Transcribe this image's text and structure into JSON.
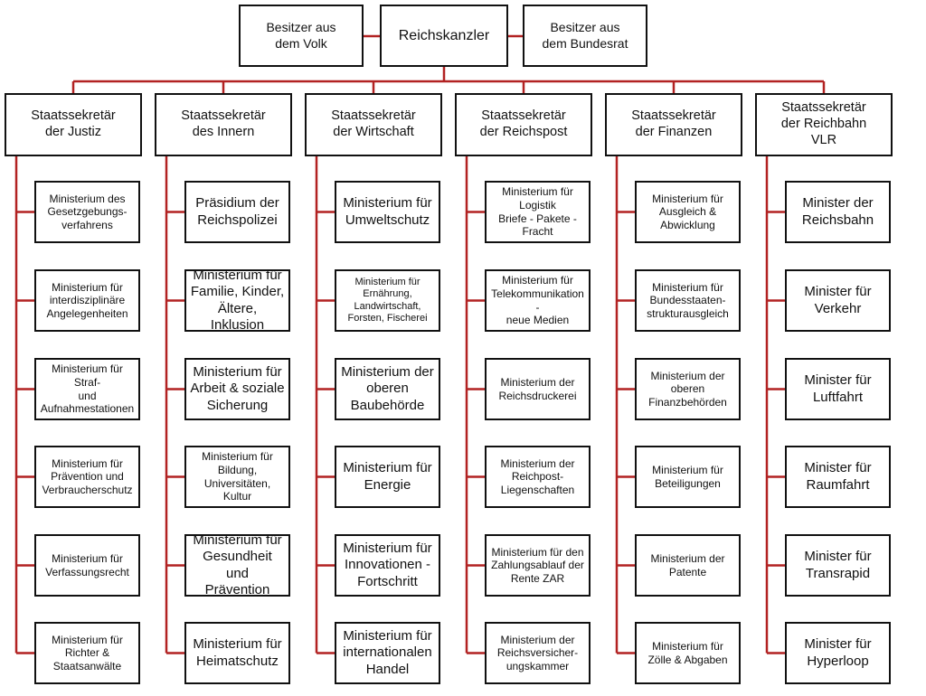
{
  "top": {
    "left": "Besitzer aus\ndem Volk",
    "center": "Reichskanzler",
    "right": "Besitzer aus\ndem Bundesrat"
  },
  "colors": {
    "connector": "#b22222",
    "border": "#111111"
  },
  "columns": [
    {
      "head": "Staatssekretär\nder Justiz",
      "ministries": [
        "Ministerium des\nGesetzgebungs-\nverfahrens",
        "Ministerium für\ninterdisziplinäre\nAngelegenheiten",
        "Ministerium für Straf-\nund\nAufnahmestationen",
        "Ministerium für\nPrävention und\nVerbraucherschutz",
        "Ministerium für\nVerfassungsrecht",
        "Ministerium für\nRichter &\nStaatsanwälte"
      ]
    },
    {
      "head": "Staatssekretär\ndes Innern",
      "ministries": [
        "Präsidium der\nReichspolizei",
        "Ministerium für\nFamilie, Kinder,\nÄltere, Inklusion",
        "Ministerium für\nArbeit & soziale\nSicherung",
        "Ministerium für\nBildung,\nUniversitäten, Kultur",
        "Ministerium für\nGesundheit und\nPrävention",
        "Ministerium für\nHeimatschutz"
      ]
    },
    {
      "head": "Staatssekretär\nder Wirtschaft",
      "ministries": [
        "Ministerium für\nUmweltschutz",
        "Ministerium für\nErnährung,\nLandwirtschaft,\nForsten, Fischerei",
        "Ministerium der\noberen\nBaubehörde",
        "Ministerium für\nEnergie",
        "Ministerium für\nInnovationen -\nFortschritt",
        "Ministerium für\ninternationalen\nHandel"
      ]
    },
    {
      "head": "Staatssekretär\nder Reichspost",
      "ministries": [
        "Ministerium für\nLogistik\nBriefe - Pakete -\nFracht",
        "Ministerium für\nTelekommunikation -\nneue Medien",
        "Ministerium der\nReichsdruckerei",
        "Ministerium der\nReichpost-\nLiegenschaften",
        "Ministerium für den\nZahlungsablauf der\nRente ZAR",
        "Ministerium der\nReichsversicher-\nungskammer"
      ]
    },
    {
      "head": "Staatssekretär\nder Finanzen",
      "ministries": [
        "Ministerium für\nAusgleich &\nAbwicklung",
        "Ministerium für\nBundesstaaten-\nstrukturausgleich",
        "Ministerium der\noberen\nFinanzbehörden",
        "Ministerium für\nBeteiligungen",
        "Ministerium der\nPatente",
        "Ministerium für\nZölle & Abgaben"
      ]
    },
    {
      "head": "Staatssekretär\nder Reichbahn\nVLR",
      "ministries": [
        "Minister der\nReichsbahn",
        "Minister für\nVerkehr",
        "Minister für\nLuftfahrt",
        "Minister für\nRaumfahrt",
        "Minister für\nTransrapid",
        "Minister für\nHyperloop"
      ]
    }
  ]
}
